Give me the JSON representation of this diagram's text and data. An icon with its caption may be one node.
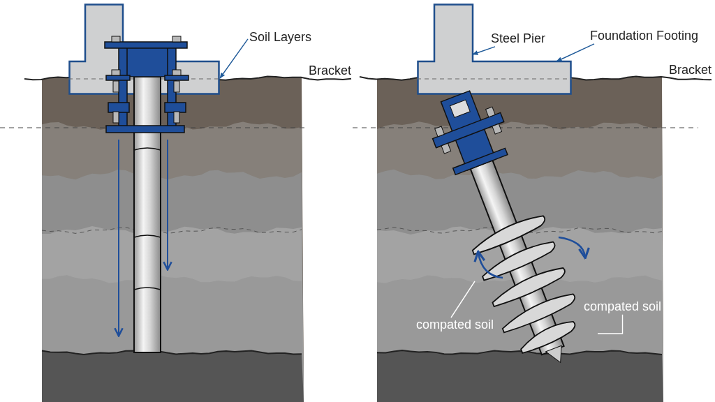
{
  "diagram": {
    "nodes": [
      {
        "text": [
          "Soil Layers"
        ]
      },
      {
        "text": [],
        "shape": "box"
      },
      {
        "text": [
          "Steel Pier"
        ]
      },
      {
        "text": [
          "Foundation Footing"
        ]
      },
      {
        "text": [],
        "shape": "box"
      },
      {
        "text": [
          "compated soil"
        ]
      },
      {
        "text": [
          "compated soil"
        ]
      }
    ],
    "edges": [
      {
        "from": 0,
        "to": 1,
        "arrow": "to"
      },
      {
        "from": 2,
        "to": 4,
        "arrow": "to"
      },
      {
        "from": 3,
        "to": 4,
        "arrow": "to"
      },
      {
        "from": 5,
        "to": null,
        "arrow": "none",
        "color": "#ffffff"
      },
      {
        "from": 6,
        "to": null,
        "arrow": "none",
        "color": "#ffffff"
      }
    ],
    "labels": [
      "Bracket",
      "Bracket"
    ]
  }
}
